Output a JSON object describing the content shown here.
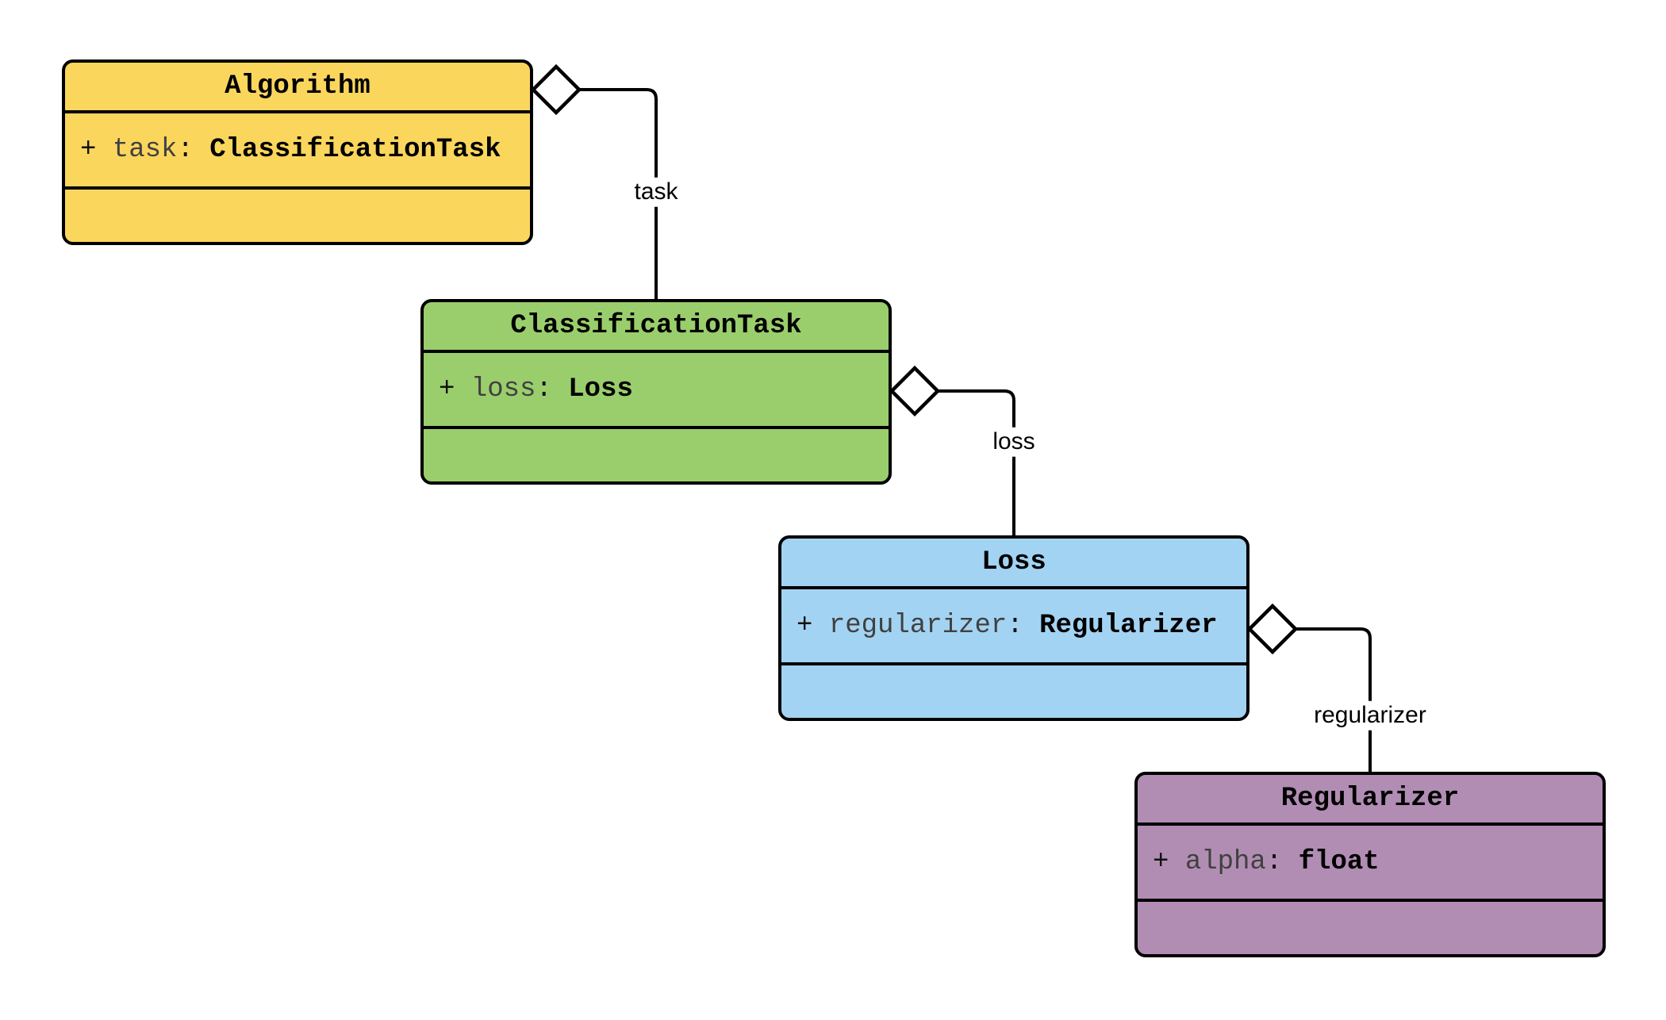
{
  "diagram": {
    "type": "uml-class-diagram",
    "background_color": "#ffffff",
    "stroke_color": "#000000",
    "classes": [
      {
        "name": "Algorithm",
        "fill": "#FBD65D",
        "attribute": {
          "visibility": "+",
          "name": "task",
          "colon": ":",
          "type": "ClassificationTask"
        }
      },
      {
        "name": "ClassificationTask",
        "fill": "#9ACE6C",
        "attribute": {
          "visibility": "+",
          "name": "loss",
          "colon": ":",
          "type": "Loss"
        }
      },
      {
        "name": "Loss",
        "fill": "#A3D3F2",
        "attribute": {
          "visibility": "+",
          "name": "regularizer",
          "colon": ":",
          "type": "Regularizer"
        }
      },
      {
        "name": "Regularizer",
        "fill": "#B18DB3",
        "attribute": {
          "visibility": "+",
          "name": "alpha",
          "colon": ":",
          "type": "float"
        }
      }
    ],
    "edges": [
      {
        "label": "task",
        "from": "Algorithm",
        "to": "ClassificationTask",
        "kind": "aggregation"
      },
      {
        "label": "loss",
        "from": "ClassificationTask",
        "to": "Loss",
        "kind": "aggregation"
      },
      {
        "label": "regularizer",
        "from": "Loss",
        "to": "Regularizer",
        "kind": "aggregation"
      }
    ]
  }
}
